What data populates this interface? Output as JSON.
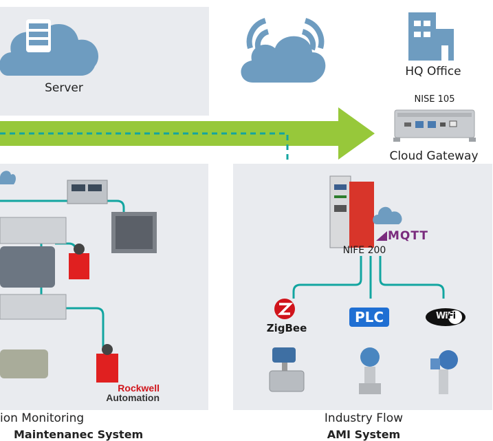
{
  "server_panel": {
    "label": "Server"
  },
  "hq": {
    "label": "HQ Office"
  },
  "gateway": {
    "model": "NISE 105",
    "label": "Cloud Gateway"
  },
  "left_panel": {
    "title_line1": "ion Monitoring",
    "title_line2": "Maintenanec System",
    "vendor_logo_line1": "Rockwell",
    "vendor_logo_line2": "Automation"
  },
  "right_panel": {
    "device": "NIFE 200",
    "protocol_logo": "MQTT",
    "title_line1": "Industry Flow",
    "title_line2": "AMI System",
    "protocols": [
      "ZigBee",
      "PLC",
      "WiFi"
    ]
  },
  "colors": {
    "accent_green": "#97c83a",
    "link_teal": "#12a5a0",
    "icon_blue": "#6e9cc0",
    "logo_purple": "#7a2b7d",
    "logo_red": "#d0141b",
    "plc_blue": "#1f6fd3"
  }
}
